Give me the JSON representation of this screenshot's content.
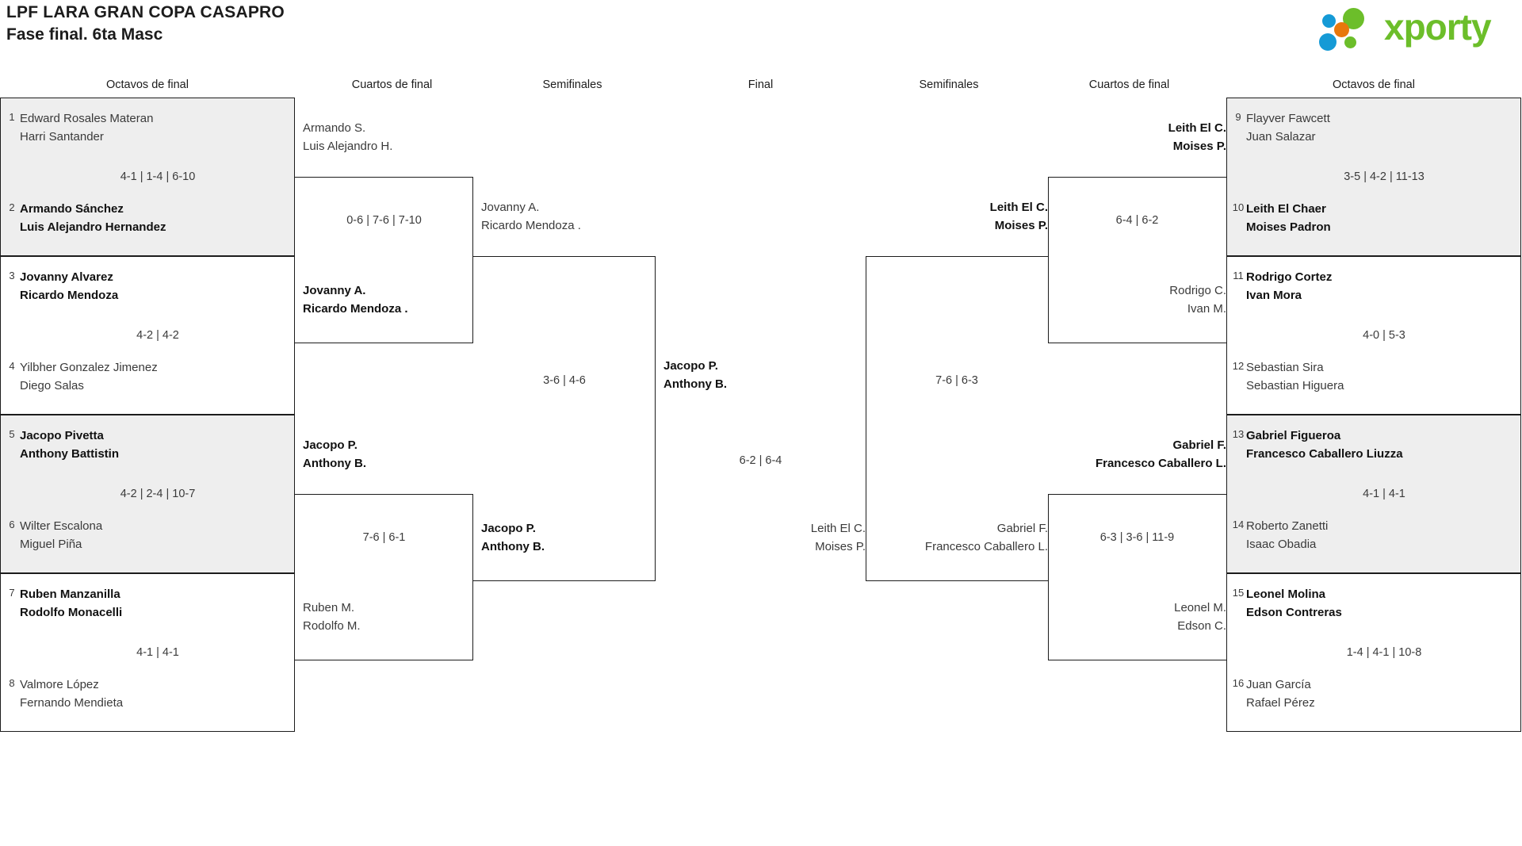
{
  "header": {
    "title_main": "LPF LARA GRAN COPA CASAPRO",
    "title_sub": "Fase final. 6ta Masc",
    "logo_text": "xporty",
    "logo_colors": {
      "green": "#6cbe2a",
      "blue": "#159ad6",
      "orange": "#e8780c"
    }
  },
  "round_labels": {
    "left_r16": "Octavos de final",
    "left_qf": "Cuartos de final",
    "left_sf": "Semifinales",
    "final": "Final",
    "right_sf": "Semifinales",
    "right_qf": "Cuartos de final",
    "right_r16": "Octavos de final"
  },
  "chart_data": {
    "type": "bracket",
    "title": "LPF LARA GRAN COPA CASAPRO — Fase final. 6ta Masc",
    "rounds": [
      "Octavos de final",
      "Cuartos de final",
      "Semifinales",
      "Final"
    ],
    "size": 16
  },
  "left_r16": [
    {
      "top": {
        "seed": "1",
        "p1": "Edward Rosales Materan",
        "p2": "Harri Santander",
        "winner": false
      },
      "bottom": {
        "seed": "2",
        "p1": "Armando Sánchez",
        "p2": "Luis Alejandro Hernandez",
        "winner": true
      },
      "score": "4-1 | 1-4 | 6-10",
      "shaded": true
    },
    {
      "top": {
        "seed": "3",
        "p1": "Jovanny Alvarez",
        "p2": "Ricardo Mendoza",
        "winner": true
      },
      "bottom": {
        "seed": "4",
        "p1": "Yilbher Gonzalez Jimenez",
        "p2": "Diego Salas",
        "winner": false
      },
      "score": "4-2 | 4-2",
      "shaded": false
    },
    {
      "top": {
        "seed": "5",
        "p1": "Jacopo Pivetta",
        "p2": "Anthony Battistin",
        "winner": true
      },
      "bottom": {
        "seed": "6",
        "p1": "Wilter Escalona",
        "p2": "Miguel Piña",
        "winner": false
      },
      "score": "4-2 | 2-4 | 10-7",
      "shaded": true
    },
    {
      "top": {
        "seed": "7",
        "p1": "Ruben Manzanilla",
        "p2": "Rodolfo Monacelli",
        "winner": true
      },
      "bottom": {
        "seed": "8",
        "p1": "Valmore López",
        "p2": "Fernando Mendieta",
        "winner": false
      },
      "score": "4-1 | 4-1",
      "shaded": false
    }
  ],
  "left_qf": [
    {
      "top": {
        "p1": "Armando S.",
        "p2": "Luis Alejandro H.",
        "winner": false
      },
      "bottom": {
        "p1": "Jovanny A.",
        "p2": "Ricardo Mendoza .",
        "winner": true
      },
      "score": "0-6 | 7-6 | 7-10"
    },
    {
      "top": {
        "p1": "Jacopo P.",
        "p2": "Anthony B.",
        "winner": true
      },
      "bottom": {
        "p1": "Ruben M.",
        "p2": "Rodolfo M.",
        "winner": false
      },
      "score": "7-6 | 6-1"
    }
  ],
  "left_sf": [
    {
      "top": {
        "p1": "Jovanny A.",
        "p2": "Ricardo Mendoza .",
        "winner": false
      },
      "bottom": {
        "p1": "Jacopo P.",
        "p2": "Anthony B.",
        "winner": true
      },
      "score": "3-6 | 4-6"
    }
  ],
  "final": {
    "top": {
      "p1": "Jacopo P.",
      "p2": "Anthony B.",
      "winner": true
    },
    "bottom": {
      "p1": "Leith El C.",
      "p2": "Moises P.",
      "winner": false
    },
    "score": "6-2 | 6-4"
  },
  "right_sf": [
    {
      "top": {
        "p1": "Leith El C.",
        "p2": "Moises P.",
        "winner": true
      },
      "bottom": {
        "p1": "Gabriel F.",
        "p2": "Francesco Caballero L.",
        "winner": false
      },
      "score": "7-6 | 6-3"
    }
  ],
  "right_qf": [
    {
      "top": {
        "p1": "Leith El C.",
        "p2": "Moises P.",
        "winner": true
      },
      "bottom": {
        "p1": "Rodrigo C.",
        "p2": "Ivan M.",
        "winner": false
      },
      "score": "6-4 | 6-2"
    },
    {
      "top": {
        "p1": "Gabriel F.",
        "p2": "Francesco Caballero L.",
        "winner": true
      },
      "bottom": {
        "p1": "Leonel M.",
        "p2": "Edson C.",
        "winner": false
      },
      "score": "6-3 | 3-6 | 11-9"
    }
  ],
  "right_r16": [
    {
      "top": {
        "seed": "9",
        "p1": "Flayver Fawcett",
        "p2": "Juan Salazar",
        "winner": false
      },
      "bottom": {
        "seed": "10",
        "p1": "Leith El Chaer",
        "p2": "Moises Padron",
        "winner": true
      },
      "score": "3-5 | 4-2 | 11-13",
      "shaded": true
    },
    {
      "top": {
        "seed": "11",
        "p1": "Rodrigo Cortez",
        "p2": "Ivan Mora",
        "winner": true
      },
      "bottom": {
        "seed": "12",
        "p1": "Sebastian Sira",
        "p2": "Sebastian Higuera",
        "winner": false
      },
      "score": "4-0 | 5-3",
      "shaded": false
    },
    {
      "top": {
        "seed": "13",
        "p1": "Gabriel Figueroa",
        "p2": "Francesco Caballero Liuzza",
        "winner": true
      },
      "bottom": {
        "seed": "14",
        "p1": "Roberto Zanetti",
        "p2": "Isaac Obadia",
        "winner": false
      },
      "score": "4-1 | 4-1",
      "shaded": true
    },
    {
      "top": {
        "seed": "15",
        "p1": "Leonel Molina",
        "p2": "Edson Contreras",
        "winner": true
      },
      "bottom": {
        "seed": "16",
        "p1": "Juan García",
        "p2": "Rafael Pérez",
        "winner": false
      },
      "score": "1-4 | 4-1 | 10-8",
      "shaded": false
    }
  ]
}
